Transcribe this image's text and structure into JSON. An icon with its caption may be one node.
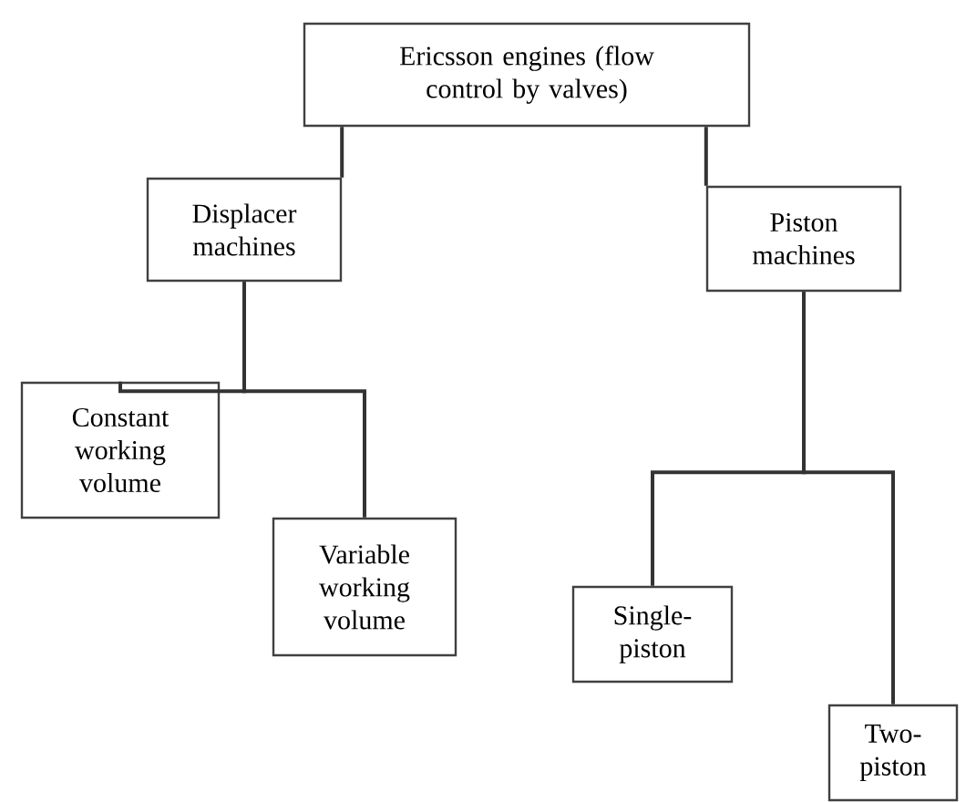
{
  "diagram": {
    "nodes": [
      {
        "text": [
          "Ericsson engines (flow control by valves)"
        ]
      },
      {
        "text": [
          "Displacer machines"
        ]
      },
      {
        "text": [
          "Piston machines"
        ]
      },
      {
        "text": [
          "Constant working volume"
        ]
      },
      {
        "text": [
          "Variable working volume"
        ]
      },
      {
        "text": [
          "Single-piston"
        ]
      },
      {
        "text": [
          "Two-piston"
        ]
      }
    ],
    "edges": [
      {
        "from": 0,
        "to": 1,
        "arrow": "none"
      },
      {
        "from": 0,
        "to": 2,
        "arrow": "none"
      },
      {
        "from": 1,
        "to": 3,
        "arrow": "none"
      },
      {
        "from": 1,
        "to": 4,
        "arrow": "none"
      },
      {
        "from": 2,
        "to": 5,
        "arrow": "none"
      },
      {
        "from": 2,
        "to": 6,
        "arrow": "none"
      }
    ]
  }
}
